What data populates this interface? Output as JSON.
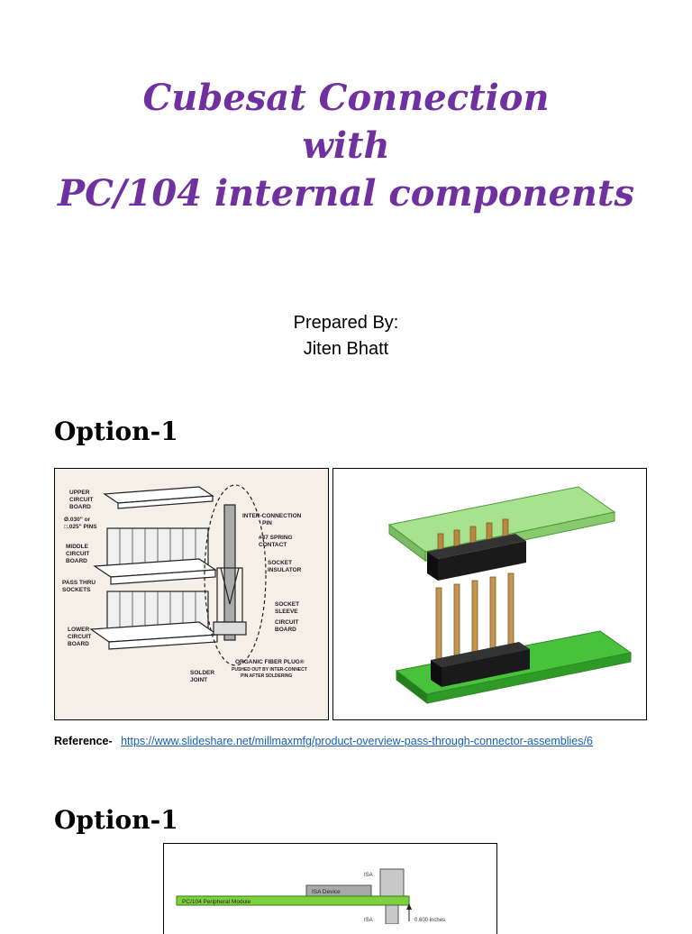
{
  "title": {
    "line1": "Cubesat Connection",
    "line2": "with",
    "line3": "PC/104 internal components"
  },
  "prepared": {
    "label": "Prepared By:",
    "author": "Jiten Bhatt"
  },
  "section1": {
    "heading": "Option-1",
    "diagram_labels": {
      "upper": [
        "UPPER",
        "CIRCUIT",
        "BOARD"
      ],
      "pins": [
        "Ø.030\" or",
        "□.025\" PINS"
      ],
      "middle": [
        "MIDDLE",
        "CIRCUIT",
        "BOARD"
      ],
      "pass": [
        "PASS THRU",
        "SOCKETS"
      ],
      "lower": [
        "LOWER",
        "CIRCUIT",
        "BOARD"
      ],
      "interconnect": [
        "INTER-CONNECTION",
        "PIN"
      ],
      "spring": [
        "#47 SPRING",
        "CONTACT"
      ],
      "insulator": [
        "SOCKET",
        "INSULATOR"
      ],
      "sleeve": [
        "SOCKET",
        "SLEEVE"
      ],
      "circuit": [
        "CIRCUIT",
        "BOARD"
      ],
      "solder": [
        "SOLDER",
        "JOINT"
      ],
      "plug": [
        "ORGANIC FIBER PLUG®",
        "PUSHED OUT BY INTER-CONNECT",
        "PIN AFTER SOLDERING"
      ]
    }
  },
  "reference": {
    "label": "Reference-",
    "url": "https://www.slideshare.net/millmaxmfg/product-overview-pass-through-connector-assemblies/6"
  },
  "section2": {
    "heading": "Option-1",
    "diagram_labels": {
      "isa_top": "ISA",
      "isa_device": "ISA Device",
      "module": "PC/104 Peripheral Module",
      "isa_bottom": "ISA",
      "spacing": "0.600 inches"
    }
  },
  "colors": {
    "title": "#7030a0",
    "link": "#1a5fb4",
    "module_green": "#7cd13c",
    "board_green": "#3cb52a",
    "housing_black": "#1a1a1a",
    "pin_brass": "#b8893f"
  }
}
